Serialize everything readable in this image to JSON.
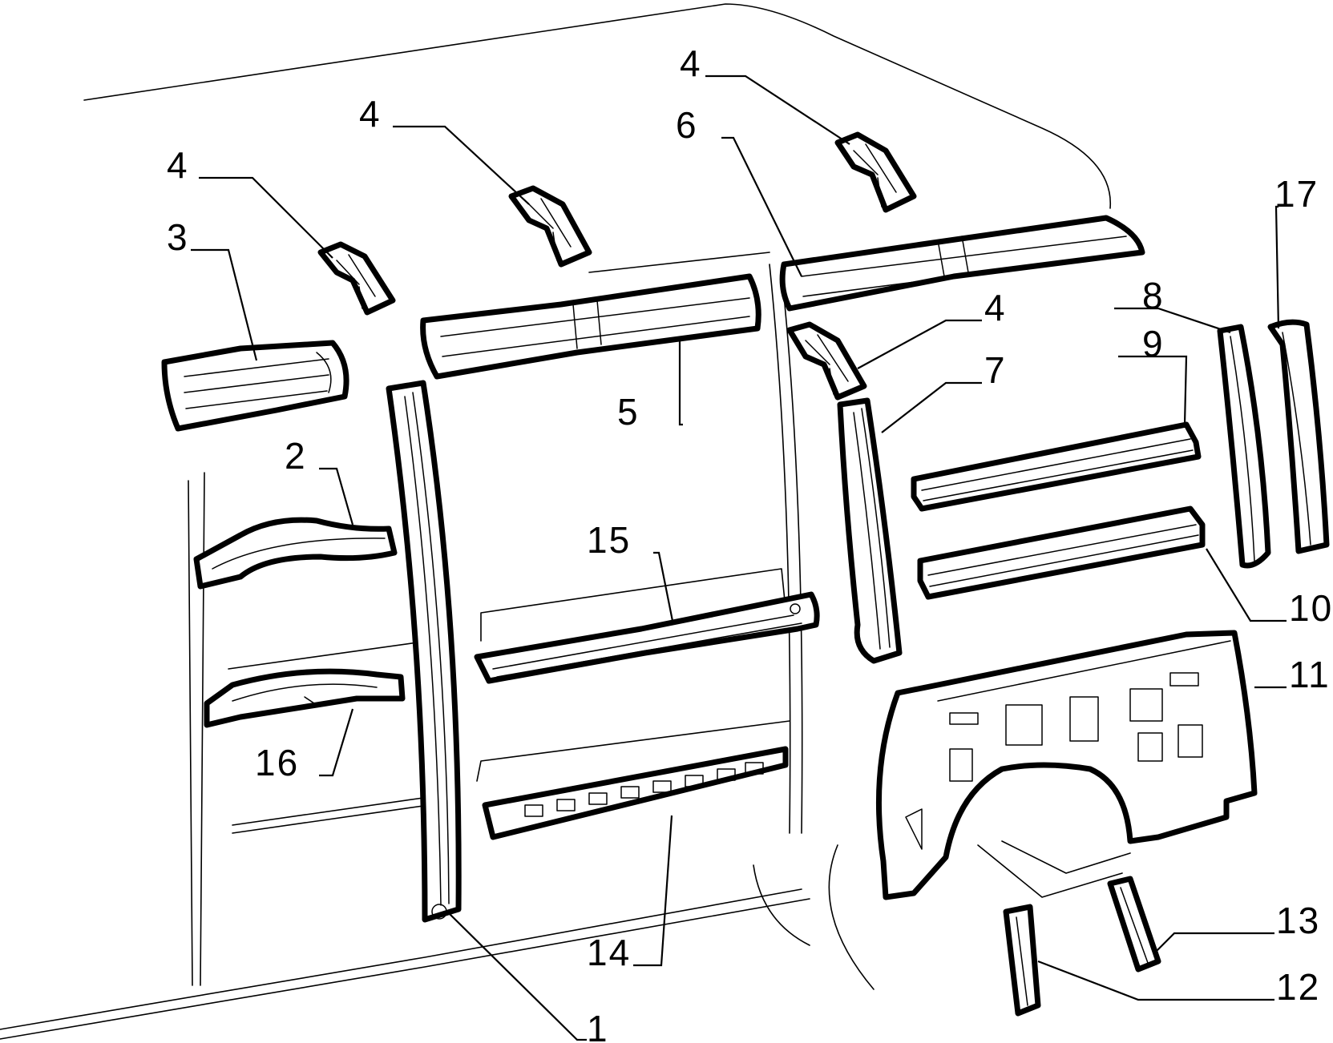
{
  "callouts": {
    "p1": "1",
    "p2": "2",
    "p3": "3",
    "p4a": "4",
    "p4b": "4",
    "p4c": "4",
    "p4d": "4",
    "p5": "5",
    "p6": "6",
    "p7": "7",
    "p8": "8",
    "p9": "9",
    "p10": "10",
    "p11": "11",
    "p12": "12",
    "p13": "13",
    "p14": "14",
    "p15": "15",
    "p16": "16",
    "p17": "17"
  }
}
